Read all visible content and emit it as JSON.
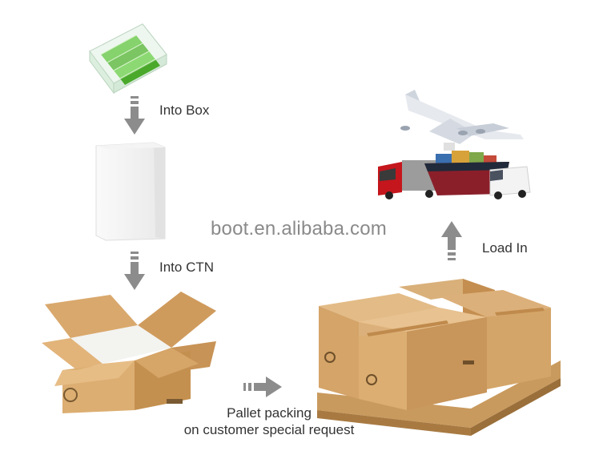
{
  "steps": {
    "into_box": "Into Box",
    "into_ctn": "Into CTN",
    "pallet_line1": "Pallet packing",
    "pallet_line2": "on customer special request",
    "load_in": "Load In"
  },
  "watermark": "boot.en.alibaba.com",
  "colors": {
    "arrow": "#8c8c8c",
    "cardboard": "#d9a86c",
    "cardboard_dark": "#b9864c",
    "battery_green": "#5ec33c",
    "truck_red": "#c4161c",
    "ship_hull": "#8a1f2a"
  },
  "icons": [
    "battery-pack-icon",
    "white-box-icon",
    "open-carton-icon",
    "pallet-cartons-icon",
    "airplane-icon",
    "truck-icon",
    "cargo-ship-icon",
    "van-icon",
    "recycle-icon"
  ]
}
